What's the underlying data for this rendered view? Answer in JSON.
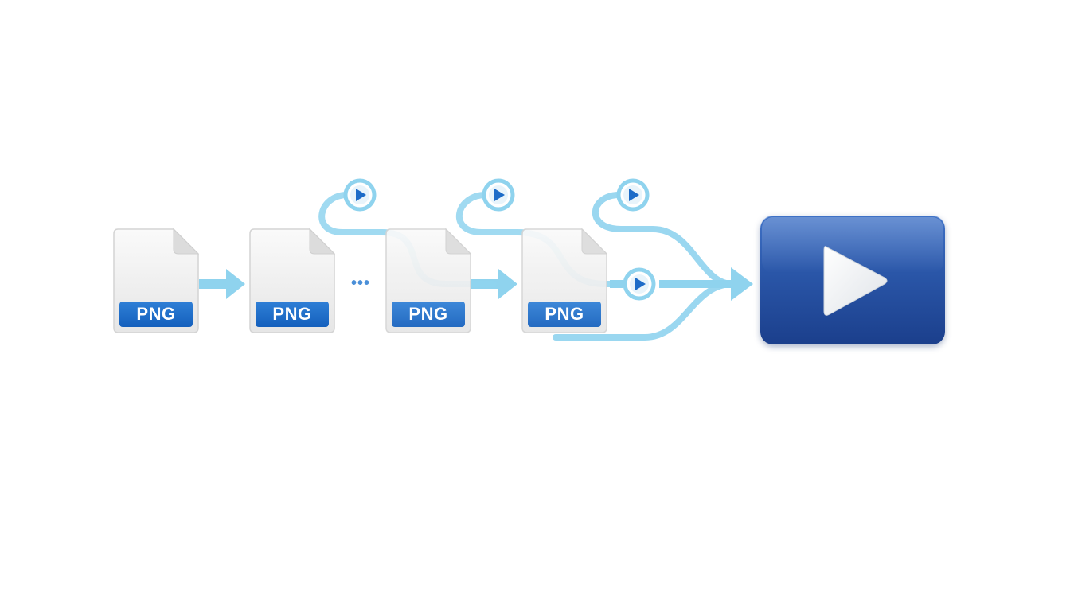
{
  "diagram": {
    "frames": [
      {
        "badge": "PNG",
        "caption": ""
      },
      {
        "badge": "PNG",
        "caption": ""
      },
      {
        "badge": "PNG",
        "caption": ""
      },
      {
        "badge": "PNG",
        "caption": ""
      }
    ],
    "ellipsis": "•••",
    "output": {
      "caption": ""
    },
    "colors": {
      "arrow": "#8fd3ee",
      "badge": "#1d6cc8",
      "video_top": "#3f72c7",
      "video_bottom": "#1b3f8c",
      "play_fill": "#1d6cc8"
    }
  }
}
